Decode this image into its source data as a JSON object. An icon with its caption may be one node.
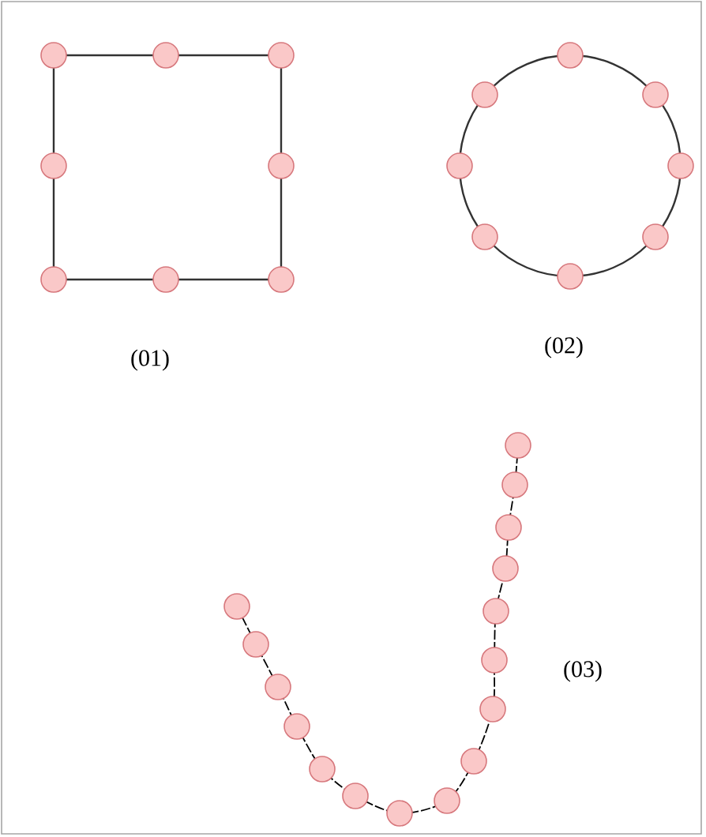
{
  "diagram": {
    "labels": [
      "(01)",
      "(02)",
      "(03)"
    ]
  }
}
